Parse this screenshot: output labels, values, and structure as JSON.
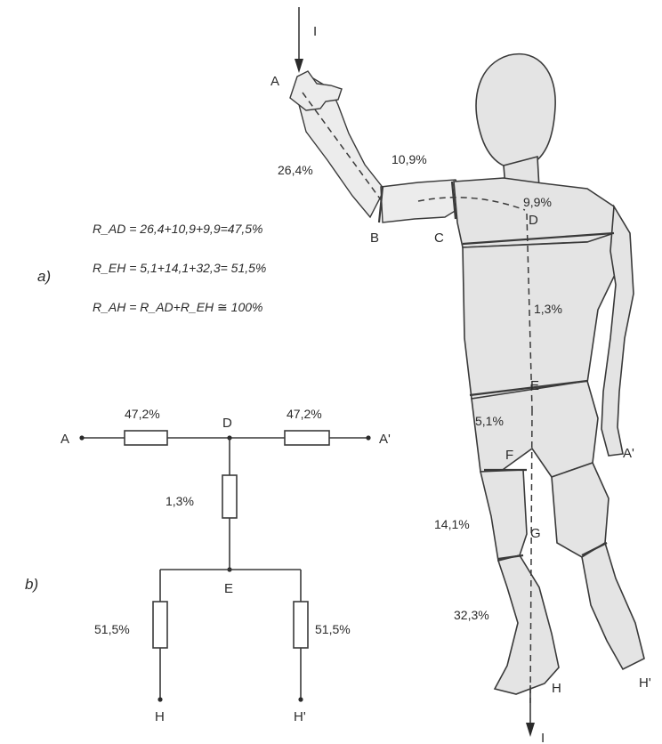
{
  "formulas": {
    "r_ad": "R_AD = 26,4+10,9+9,9=47,5%",
    "r_eh": "R_EH = 5,1+14,1+32,3= 51,5%",
    "r_ah": "R_AH = R_AD+R_EH ≅ 100%"
  },
  "panel_labels": {
    "a": "a)",
    "b": "b)"
  },
  "current": {
    "top": "I",
    "bottom": "I"
  },
  "body_points": {
    "A": "A",
    "B": "B",
    "C": "C",
    "D": "D",
    "E": "E",
    "F": "F",
    "G": "G",
    "H": "H",
    "A_prime": "A'",
    "H_prime": "H'"
  },
  "body_percentages": {
    "hand_forearm": "26,4%",
    "upper_arm": "10,9%",
    "shoulder": "9,9%",
    "trunk": "1,3%",
    "thigh_upper": "5,1%",
    "thigh_lower": "14,1%",
    "lower_leg": "32,3%"
  },
  "circuit": {
    "node_A": "A",
    "node_D": "D",
    "node_A_prime": "A'",
    "node_E": "E",
    "node_H": "H",
    "node_H_prime": "H'",
    "r_left": "47,2%",
    "r_right": "47,2%",
    "r_middle": "1,3%",
    "r_leg_left": "51,5%",
    "r_leg_right": "51,5%"
  }
}
